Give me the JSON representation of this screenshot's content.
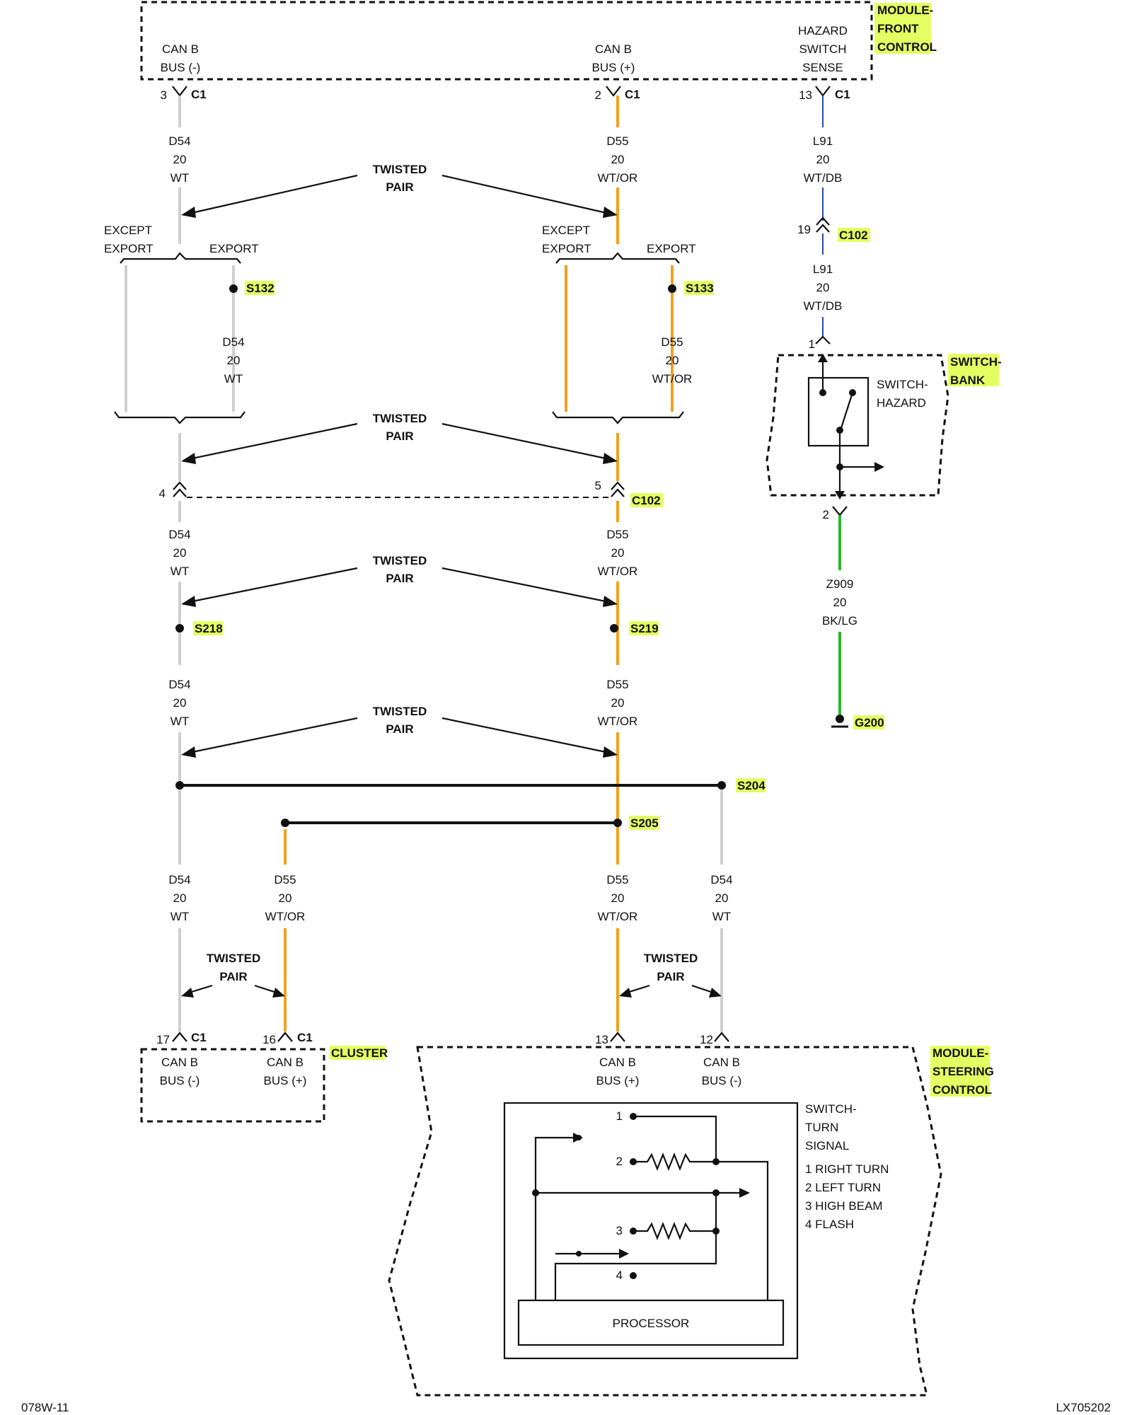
{
  "modules": {
    "front_control": {
      "label_lines": [
        "MODULE-",
        "FRONT",
        "CONTROL"
      ]
    },
    "switch_bank": {
      "label_lines": [
        "SWITCH-",
        "BANK"
      ]
    },
    "cluster": {
      "label": "CLUSTER"
    },
    "steering_control": {
      "label_lines": [
        "MODULE-",
        "STEERING",
        "CONTROL"
      ]
    }
  },
  "pins": {
    "fcm_can_minus": [
      "CAN B",
      "BUS (-)"
    ],
    "fcm_can_plus": [
      "CAN B",
      "BUS (+)"
    ],
    "fcm_hazard": [
      "HAZARD",
      "SWITCH",
      "SENSE"
    ],
    "cluster_minus": [
      "CAN B",
      "BUS (-)"
    ],
    "cluster_plus": [
      "CAN B",
      "BUS (+)"
    ],
    "scm_plus": [
      "CAN B",
      "BUS (+)"
    ],
    "scm_minus": [
      "CAN B",
      "BUS (-)"
    ]
  },
  "pin_numbers": {
    "p3": "3",
    "p2": "2",
    "p13": "13",
    "p19": "19",
    "p1": "1",
    "p2b": "2",
    "p4": "4",
    "p5": "5",
    "p17": "17",
    "p16": "16",
    "p13b": "13",
    "p12": "12"
  },
  "connectors": {
    "c1": "C1",
    "c102": "C102"
  },
  "splices": {
    "s132": "S132",
    "s133": "S133",
    "s218": "S218",
    "s219": "S219",
    "s204": "S204",
    "s205": "S205"
  },
  "ground": "G200",
  "wires": {
    "d54": [
      "D54",
      "20",
      "WT"
    ],
    "d55": [
      "D55",
      "20",
      "WT/OR"
    ],
    "l91": [
      "L91",
      "20",
      "WT/DB"
    ],
    "z909": [
      "Z909",
      "20",
      "BK/LG"
    ]
  },
  "twisted_pair": [
    "TWISTED",
    "PAIR"
  ],
  "option_labels": {
    "except_export": [
      "EXCEPT",
      "EXPORT"
    ],
    "export": "EXPORT"
  },
  "switch_hazard": [
    "SWITCH-",
    "HAZARD"
  ],
  "turn_signal": {
    "title": [
      "SWITCH-",
      "TURN",
      "SIGNAL"
    ],
    "legend": [
      "1 RIGHT TURN",
      "2 LEFT TURN",
      "3 HIGH BEAM",
      "4 FLASH"
    ],
    "contacts": [
      "1",
      "2",
      "3",
      "4"
    ]
  },
  "processor": "PROCESSOR",
  "footer": {
    "left": "078W-11",
    "right": "LX705202"
  },
  "colors": {
    "wt": "#cfcfcf",
    "wt_or": "#f0a020",
    "wt_db": "#2a4aa8",
    "bk_lg": "#2ab82a",
    "highlight": "#e4ff62"
  }
}
